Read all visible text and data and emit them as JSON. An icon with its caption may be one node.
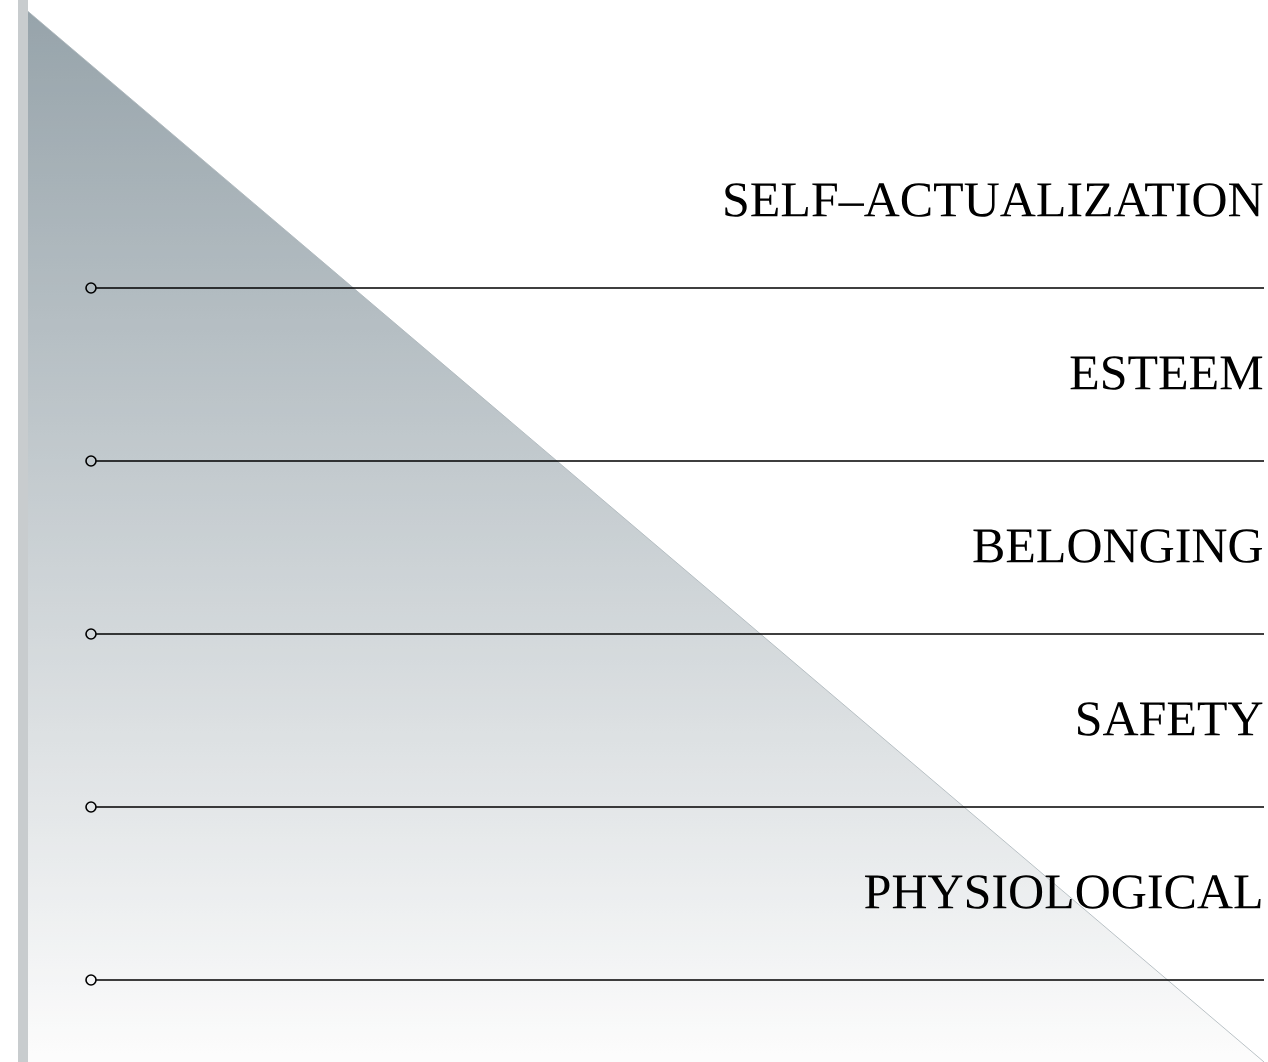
{
  "diagram": {
    "labels": [
      "SELF–ACTUALIZATION",
      "ESTEEM",
      "BELONGING",
      "SAFETY",
      "PHYSIOLOGICAL"
    ]
  }
}
